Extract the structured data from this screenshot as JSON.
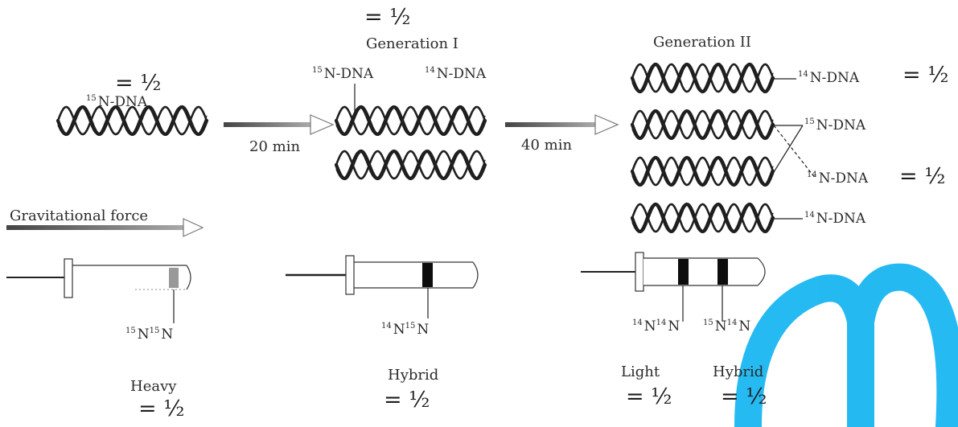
{
  "colors": {
    "ink": "#1f1f1f",
    "watermark": "#19b6f0"
  },
  "generation_0": {
    "fraction": "= ½",
    "dna_label": "N-DNA",
    "dna_sup": "15",
    "force_label": "Gravitational force",
    "arrow_label": "20 min",
    "band_label": "N",
    "band_sup_a": "15",
    "band_sup_b": "15",
    "density_label": "Heavy",
    "density_fraction": "= ½"
  },
  "generation_1": {
    "fraction_top": "= ½",
    "title": "Generation I",
    "dna_label_left": "N-DNA",
    "dna_sup_left": "15",
    "dna_label_right": "N-DNA",
    "dna_sup_right": "14",
    "arrow_label": "40 min",
    "band_label": "N",
    "band_sup_a": "14",
    "band_sup_b": "15",
    "density_label": "Hybrid",
    "density_fraction": "= ½"
  },
  "generation_2": {
    "title": "Generation II",
    "dna_label_1": "N-DNA",
    "dna_sup_1": "14",
    "fraction_1": "= ½",
    "dna_label_2": "N-DNA",
    "dna_sup_2": "15",
    "dna_label_3": "N-DNA",
    "dna_sup_3": "14",
    "fraction_3": "= ½",
    "dna_label_4": "N-DNA",
    "dna_sup_4": "14",
    "band_label_light": "N",
    "band_sup_light_a": "14",
    "band_sup_light_b": "14",
    "band_label_hybrid": "N",
    "band_sup_hybrid_a": "15",
    "band_sup_hybrid_b": "14",
    "light_label": "Light",
    "light_fraction": "= ½",
    "hybrid_label": "Hybrid",
    "hybrid_fraction": "= ½"
  }
}
